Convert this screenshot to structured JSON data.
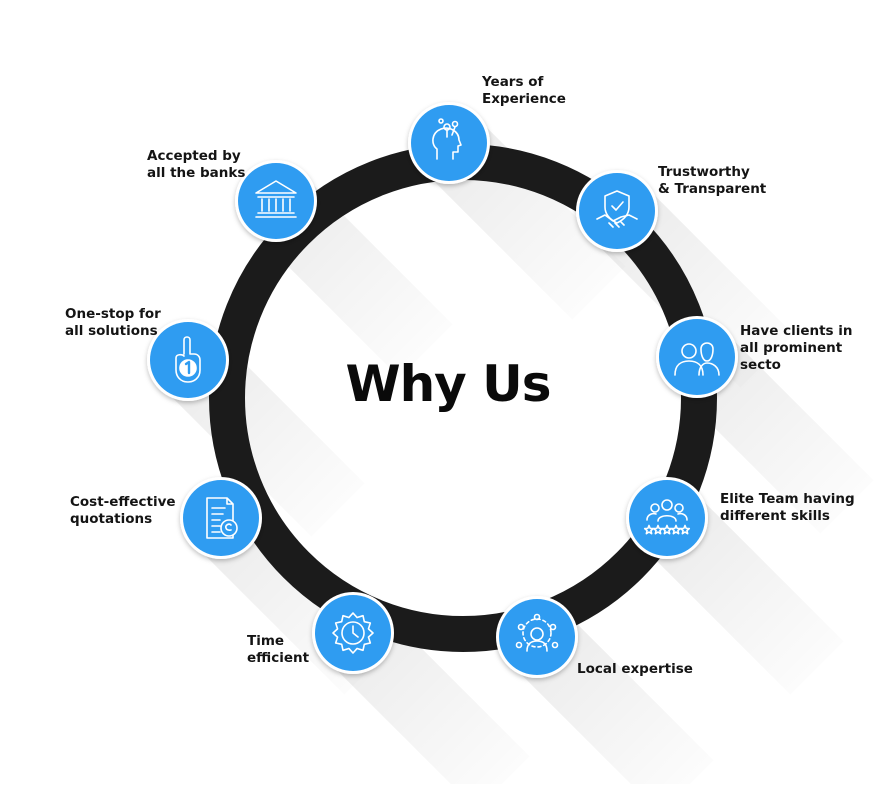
{
  "diagram": {
    "center_title": "Why Us",
    "colors": {
      "ring": "#1b1b1b",
      "node_fill": "#2f9cf1",
      "node_border": "#ffffff",
      "text": "#141414"
    },
    "nodes": [
      {
        "id": "experience",
        "label": "Years of\nExperience",
        "icon": "head-gears-icon"
      },
      {
        "id": "trust",
        "label": "Trustworthy\n& Transparent",
        "icon": "shield-handshake-icon"
      },
      {
        "id": "clients",
        "label": "Have clients in\nall prominent secto",
        "icon": "people-icon"
      },
      {
        "id": "elite",
        "label": "Elite Team having\ndifferent skills",
        "icon": "team-stars-icon"
      },
      {
        "id": "local",
        "label": "Local expertise",
        "icon": "network-person-icon"
      },
      {
        "id": "time",
        "label": "Time\nefficient",
        "icon": "clock-gear-icon"
      },
      {
        "id": "cost",
        "label": "Cost-effective\nquotations",
        "icon": "quotation-document-icon"
      },
      {
        "id": "onestop",
        "label": "One-stop for\nall solutions",
        "icon": "hand-number-one-icon"
      },
      {
        "id": "banks",
        "label": "Accepted by\nall the banks",
        "icon": "bank-building-icon"
      }
    ]
  }
}
